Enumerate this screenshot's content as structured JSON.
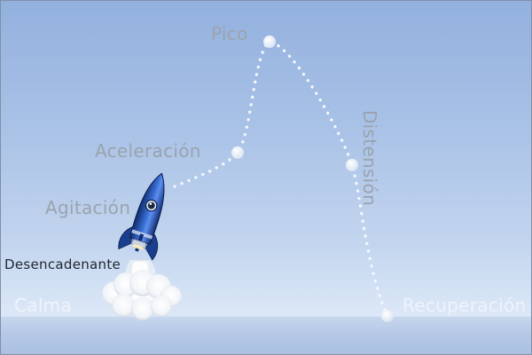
{
  "stages": {
    "calma": "Calma",
    "desencadenante": "Desencadenante",
    "agitacion": "Agitación",
    "aceleracion": "Aceleración",
    "pico": "Pico",
    "distension": "Distensión",
    "recuperacion": "Recuperación"
  },
  "colors": {
    "sky_top": "#93b1de",
    "sky_bottom": "#e8f0fb",
    "path_dots": "#f3f7fd",
    "label_gray": "#9aa3ae",
    "rocket_blue": "#1e4aa8"
  },
  "icons": [
    "rocket-icon",
    "smoke-cloud-icon"
  ]
}
